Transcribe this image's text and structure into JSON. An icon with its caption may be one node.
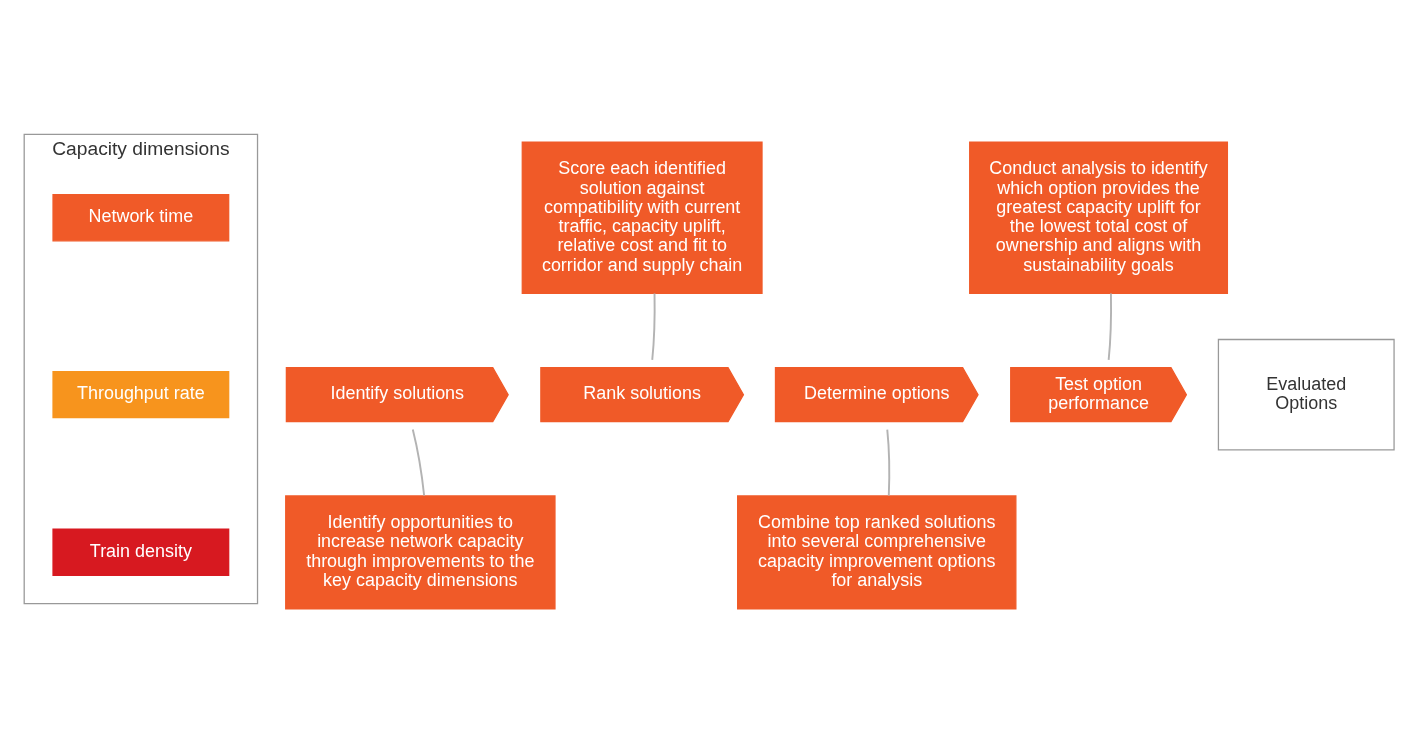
{
  "diagram": {
    "nodes": [
      {
        "text": [
          "Capacity dimensions"
        ]
      },
      {
        "text": [
          "Network time"
        ],
        "in": 0
      },
      {
        "text": [
          "Throughput rate"
        ],
        "in": 0
      },
      {
        "text": [
          "Train density"
        ],
        "in": 0
      },
      {
        "text": [
          "Identify solutions"
        ]
      },
      {
        "text": [
          "Rank solutions"
        ]
      },
      {
        "text": [
          "Determine options"
        ]
      },
      {
        "text": [
          "Test option performance"
        ]
      },
      {
        "text": [
          "Evaluated Options"
        ]
      },
      {
        "text": [
          "Score each identified solution against compatibility with current traffic, capacity uplift, relative cost and fit to corridor and supply chain"
        ]
      },
      {
        "text": [
          "Conduct analysis to identify which option provides the greatest capacity uplift for the lowest total cost of ownership and aligns with sustainability goals"
        ]
      },
      {
        "text": [
          "Identify opportunities to increase network capacity through improvements to the key capacity dimensions"
        ]
      },
      {
        "text": [
          "Combine top ranked solutions into several comprehensive capacity improvement options for analysis"
        ]
      }
    ],
    "edges": [
      {
        "from": 9,
        "to": 5,
        "arrow": "none",
        "color": "#b3b3b3"
      },
      {
        "from": 10,
        "to": 7,
        "arrow": "none",
        "color": "#b3b3b3"
      },
      {
        "from": 11,
        "to": 4,
        "arrow": "none",
        "color": "#b3b3b3"
      },
      {
        "from": 12,
        "to": 6,
        "arrow": "none",
        "color": "#b3b3b3"
      }
    ]
  }
}
